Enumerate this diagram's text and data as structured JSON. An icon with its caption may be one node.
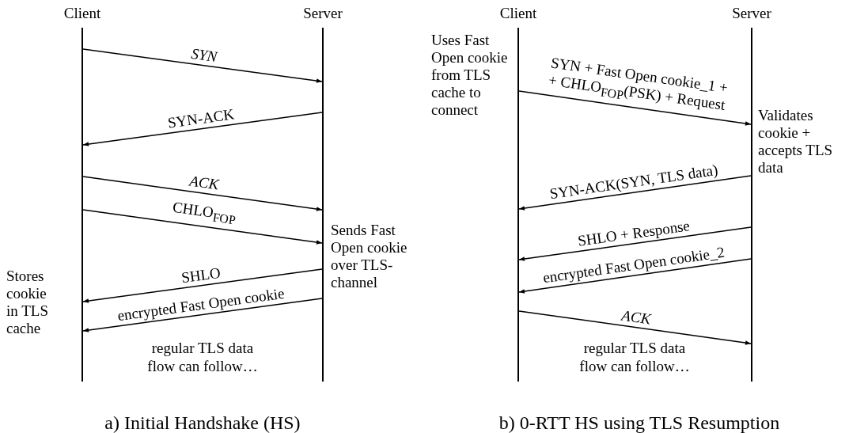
{
  "diagram": {
    "nodes": [
      {
        "text": [
          "Client"
        ],
        "beside": [
          "Stores cookie in TLS cache"
        ]
      },
      {
        "text": [
          "Server"
        ],
        "beside": [
          "Sends Fast Open cookie over TLS-channel"
        ]
      },
      {
        "text": [
          "Client"
        ],
        "beside": [
          "Uses Fast Open cookie from TLS cache to connect"
        ]
      },
      {
        "text": [
          "Server"
        ],
        "beside": [
          "Validates cookie + accepts TLS data"
        ]
      }
    ],
    "edges": [
      {
        "from": 0,
        "to": 1,
        "arrow": "to",
        "label": "SYN"
      },
      {
        "from": 1,
        "to": 0,
        "arrow": "to",
        "label": "SYN-ACK"
      },
      {
        "from": 0,
        "to": 1,
        "arrow": "to",
        "label": "ACK"
      },
      {
        "from": 0,
        "to": 1,
        "arrow": "to",
        "label": "CHLO$_{FOP}$"
      },
      {
        "from": 1,
        "to": 0,
        "arrow": "to",
        "label": "SHLO"
      },
      {
        "from": 1,
        "to": 0,
        "arrow": "to",
        "label": "encrypted Fast Open cookie"
      },
      {
        "from": 2,
        "to": 3,
        "arrow": "to",
        "label": "SYN + Fast Open cookie_1 + + CHLO$_{FOP}$(PSK) + Request"
      },
      {
        "from": 3,
        "to": 2,
        "arrow": "to",
        "label": "SYN-ACK(SYN, TLS data)"
      },
      {
        "from": 3,
        "to": 2,
        "arrow": "to",
        "label": "SHLO + Response"
      },
      {
        "from": 3,
        "to": 2,
        "arrow": "to",
        "label": "encrypted Fast Open cookie_2"
      },
      {
        "from": 2,
        "to": 3,
        "arrow": "to",
        "label": "ACK"
      }
    ],
    "labels": [
      "regular TLS data flow can follow…",
      "regular TLS data flow can follow…",
      "a) Initial Handshake (HS)",
      "b) 0-RTT HS using TLS Resumption"
    ]
  }
}
